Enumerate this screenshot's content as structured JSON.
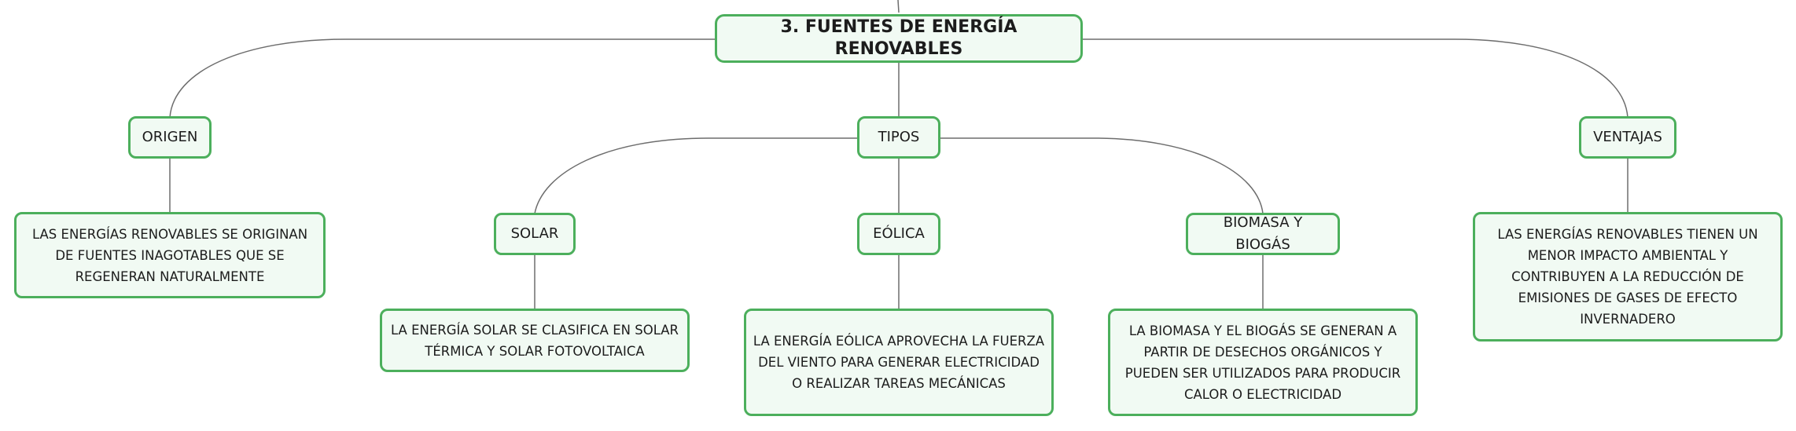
{
  "colors": {
    "border": "#4caf5c",
    "fill": "#f1faf3",
    "edge": "#6d6d6d",
    "text": "#1c1c1c"
  },
  "root": {
    "label": "3. FUENTES DE ENERGÍA RENOVABLES"
  },
  "branches": [
    {
      "id": "origen",
      "label": "ORIGEN"
    },
    {
      "id": "tipos",
      "label": "TIPOS"
    },
    {
      "id": "ventajas",
      "label": "VENTAJAS"
    }
  ],
  "tipos_children": [
    {
      "id": "solar",
      "label": "SOLAR"
    },
    {
      "id": "eolica",
      "label": "EÓLICA"
    },
    {
      "id": "biomasa",
      "label": "BIOMASA Y BIOGÁS"
    }
  ],
  "leaves": {
    "origen": "LAS ENERGÍAS RENOVABLES SE ORIGINAN DE FUENTES INAGOTABLES QUE SE REGENERAN NATURALMENTE",
    "solar": "LA ENERGÍA SOLAR SE CLASIFICA EN SOLAR TÉRMICA Y SOLAR FOTOVOLTAICA",
    "eolica": "LA ENERGÍA EÓLICA APROVECHA LA FUERZA DEL VIENTO PARA GENERAR ELECTRICIDAD O REALIZAR TAREAS MECÁNICAS",
    "biomasa": "LA BIOMASA Y EL BIOGÁS SE GENERAN A PARTIR DE DESECHOS ORGÁNICOS Y PUEDEN SER UTILIZADOS PARA PRODUCIR CALOR O ELECTRICIDAD",
    "ventajas": "LAS ENERGÍAS RENOVABLES TIENEN UN MENOR IMPACTO AMBIENTAL Y CONTRIBUYEN A LA REDUCCIÓN DE EMISIONES DE GASES DE EFECTO INVERNADERO"
  }
}
